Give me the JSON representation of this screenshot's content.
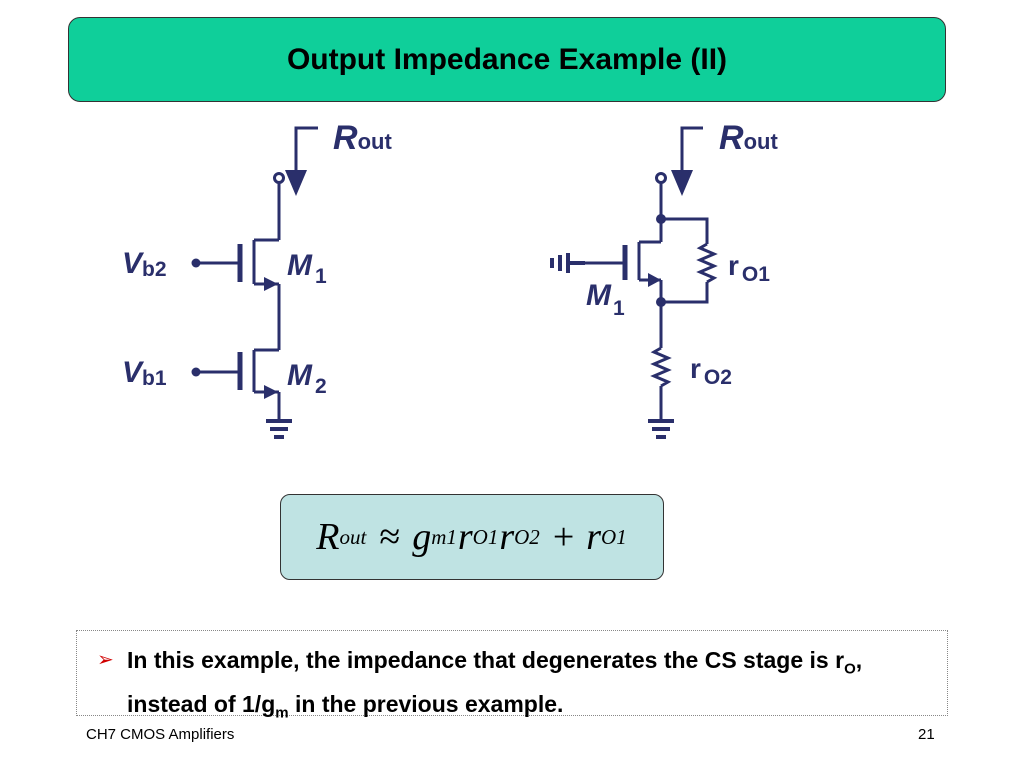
{
  "title": "Output Impedance Example (II)",
  "left_circuit": {
    "rout_main": "R",
    "rout_sub": "out",
    "vb2_main": "V",
    "vb2_sub": "b2",
    "vb1_main": "V",
    "vb1_sub": "b1",
    "m1_main": "M",
    "m1_sub": "1",
    "m2_main": "M",
    "m2_sub": "2"
  },
  "right_circuit": {
    "rout_main": "R",
    "rout_sub": "out",
    "m1_main": "M",
    "m1_sub": "1",
    "ro1_main": "r",
    "ro1_sub": "O1",
    "ro2_main": "r",
    "ro2_sub": "O2"
  },
  "equation": {
    "lhs": "R",
    "lhs_sub": "out",
    "approx": "≈",
    "g": "g",
    "g_sub": "m1",
    "r1": "r",
    "r1_sub": "O1",
    "r2": "r",
    "r2_sub": "O2",
    "plus": "+",
    "r3": "r",
    "r3_sub": "O1"
  },
  "note": {
    "bullet_icon": "arrow-right-icon",
    "text_a": "In this example, the impedance that degenerates the CS stage is r",
    "sub_a": "O",
    "text_b": ", instead of 1/g",
    "sub_b": "m",
    "text_c": " in the previous example."
  },
  "footer": {
    "left": "CH7 CMOS Amplifiers",
    "page_number": "21"
  },
  "colors": {
    "title_bg": "#0fcf9a",
    "circuit": "#2a2f6b",
    "equation_bg": "#bfe3e3",
    "bullet": "#d00000"
  }
}
